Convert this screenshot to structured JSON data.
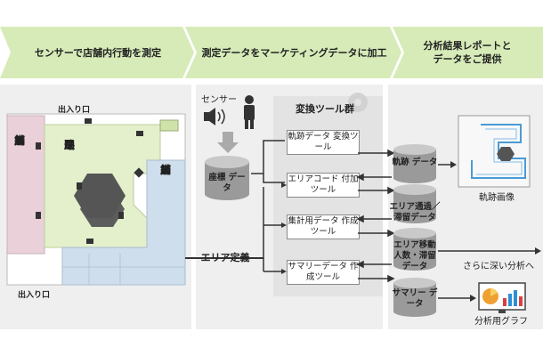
{
  "steps": [
    {
      "label": "センサーで店舗内行動を測定"
    },
    {
      "label": "測定データをマーケティングデータに加工"
    },
    {
      "label": "分析結果レポートと データをご提供"
    }
  ],
  "floor": {
    "entrance_top": "出入り口",
    "entrance_bottom": "出入り口",
    "store_a": [
      "店",
      "舗",
      "エ",
      "リ",
      "ア",
      "A"
    ],
    "store_b": [
      "店",
      "舗",
      "エ",
      "リ",
      "ア",
      "B"
    ],
    "aisle": [
      "通",
      "路",
      "エ",
      "リ",
      "ア"
    ]
  },
  "process": {
    "sensor_label": "センサー",
    "coord_db": "座標 データ",
    "tool_group_title": "変換ツール群",
    "area_def": "エリア定義",
    "tools": [
      "軌跡データ 変換ツール",
      "エリアコード 付加ツール",
      "集計用データ 作成ツール",
      "サマリーデータ 作成ツール"
    ]
  },
  "outputs": {
    "track_db": "軌跡 データ",
    "area_stay_db": "エリア通過／ 滞留データ",
    "move_db": "エリア移動 人数・滞留 データ",
    "summary_db": "サマリー データ",
    "track_image_label": "軌跡画像",
    "further_analysis": "さらに深い分析へ",
    "graph_label": "分析用グラフ"
  },
  "colors": {
    "chevron": "#d6ebb8",
    "store_pink": "#ead0d8",
    "aisle_green": "#e4efcc",
    "store_blue": "#cfdeec",
    "panel_gray": "#efefef"
  }
}
